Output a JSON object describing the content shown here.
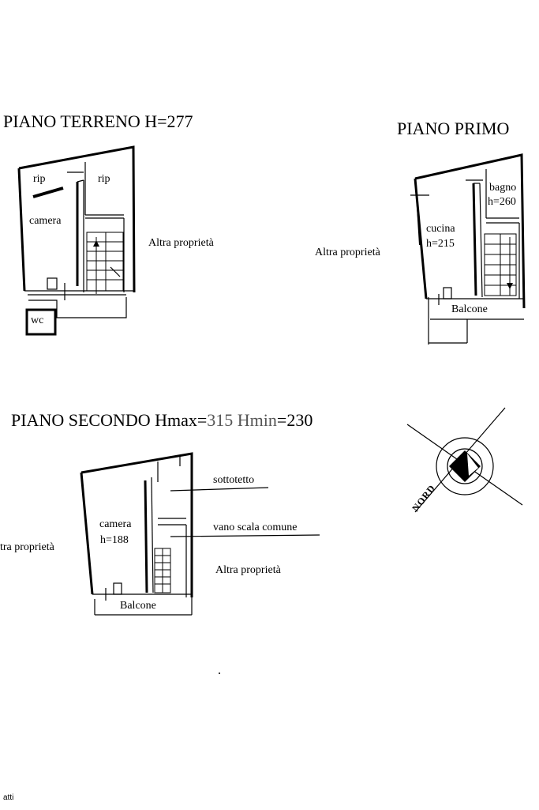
{
  "ground_floor": {
    "title": "PIANO TERRENO H=277",
    "rooms": {
      "rip_left": "rip",
      "rip_right": "rip",
      "camera": "camera",
      "wc": "wc"
    },
    "neighbor_label": "Altra proprietà"
  },
  "first_floor": {
    "title": "PIANO PRIMO",
    "rooms": {
      "bagno": "bagno",
      "bagno_h": "h=260",
      "cucina": "cucina",
      "cucina_h": "h=215",
      "balcone": "Balcone"
    },
    "neighbor_label": "Altra proprietà"
  },
  "second_floor": {
    "title_main": "PIANO SECONDO Hmax=",
    "title_hmax": "315",
    "title_hmin_label": " Hmin",
    "title_end": "=230",
    "rooms": {
      "camera": "camera",
      "camera_h": "h=188",
      "balcone": "Balcone"
    },
    "callouts": {
      "sottotetto": "sottotetto",
      "vano_scala": "vano scala comune"
    },
    "neighbor_left": "tra proprietà",
    "neighbor_right": "Altra proprietà"
  },
  "compass": {
    "label": "NORD",
    "icon": "north-arrow-icon"
  },
  "footer": {
    "text": "atti"
  }
}
